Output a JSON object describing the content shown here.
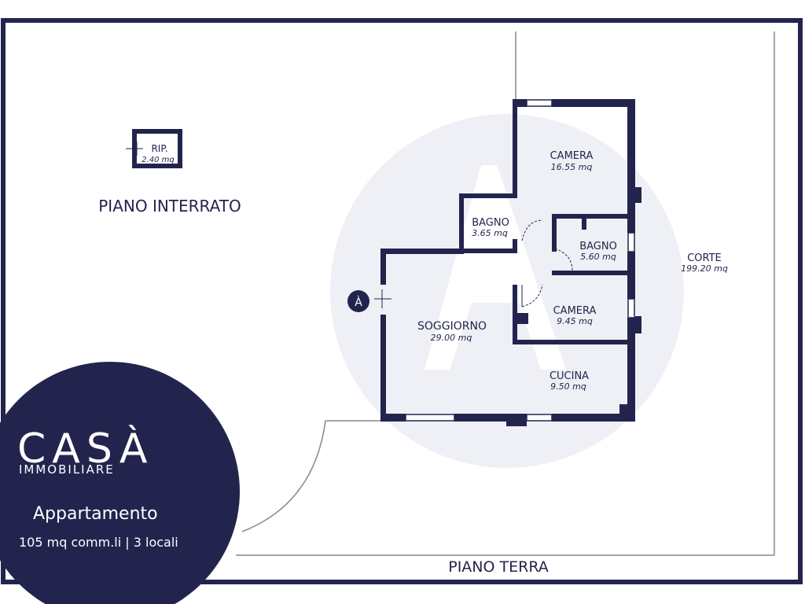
{
  "colors": {
    "navy": "#23244e",
    "wall": "#23244e",
    "watermark": "#eef0f5",
    "label": "#23244e",
    "white": "#ffffff",
    "line": "#888888"
  },
  "brand": {
    "name": "CASÀ",
    "sub": "IMMOBILIARE",
    "title": "Appartamento",
    "info": "105 mq comm.li | 3 locali"
  },
  "levels": {
    "basement": "PIANO INTERRATO",
    "ground": "PIANO TERRA"
  },
  "rooms": {
    "rip": {
      "name": "RIP.",
      "area": "2.40 mq"
    },
    "camera1": {
      "name": "CAMERA",
      "area": "16.55 mq"
    },
    "bagno1": {
      "name": "BAGNO",
      "area": "3.65 mq"
    },
    "bagno2": {
      "name": "BAGNO",
      "area": "5.60 mq"
    },
    "camera2": {
      "name": "CAMERA",
      "area": "9.45 mq"
    },
    "soggiorno": {
      "name": "SOGGIORNO",
      "area": "29.00 mq"
    },
    "cucina": {
      "name": "CUCINA",
      "area": "9.50 mq"
    },
    "corte": {
      "name": "CORTE",
      "area": "199.20 mq"
    }
  },
  "marker": {
    "label": "À"
  }
}
